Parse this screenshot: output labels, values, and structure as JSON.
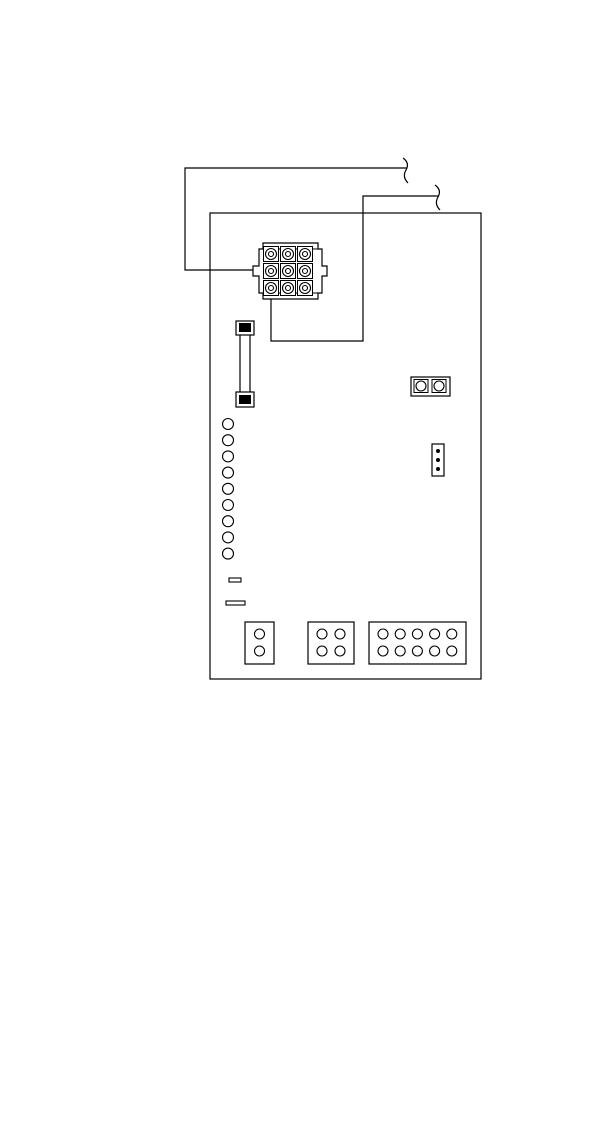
{
  "diagram": {
    "stroke_color": "#000000",
    "fill_color": "#ffffff",
    "background": "#ffffff",
    "main_connector": {
      "rows": 3,
      "cols": 3
    },
    "two_pin_connector": {
      "pins": 2
    },
    "three_pin_header": {
      "pins": 3
    },
    "led_column": {
      "count": 9
    },
    "header_small": {
      "rows": 2,
      "cols": 1
    },
    "header_medium": {
      "rows": 2,
      "cols": 2
    },
    "header_large": {
      "rows": 2,
      "cols": 5
    }
  }
}
